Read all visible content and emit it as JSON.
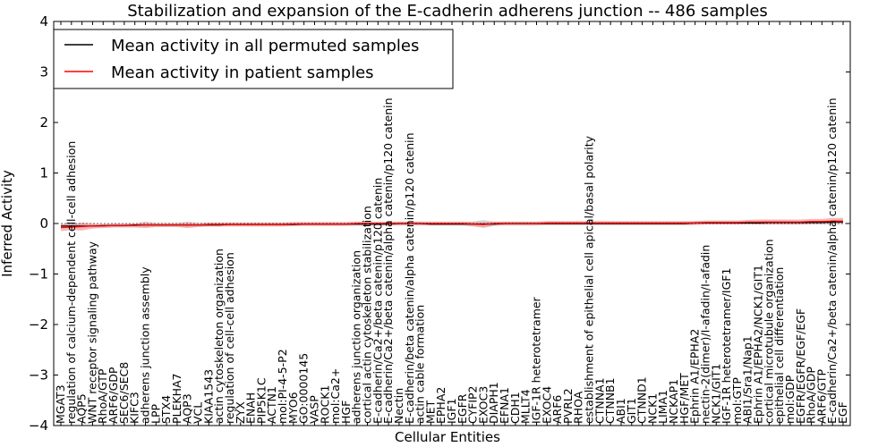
{
  "chart_data": {
    "type": "line",
    "title": "Stabilization and expansion of the E-cadherin adherens junction -- 486 samples",
    "xlabel": "Cellular Entities",
    "ylabel": "Inferred Activity",
    "ylim": [
      -4,
      4
    ],
    "yticks": [
      -4,
      -3,
      -2,
      -1,
      0,
      1,
      2,
      3,
      4
    ],
    "grid": false,
    "legend_position": "top-left",
    "colors": {
      "permuted": "#000000",
      "patient": "#ff0000",
      "patient_band": "#f08080",
      "permuted_band": "#bbbbbb"
    },
    "categories": [
      "MGAT3",
      "regulation of calcium-dependent cell-cell adhesion",
      "AQP5",
      "WNT receptor signaling pathway",
      "RhoA/GTP",
      "ARF6/GDP",
      "SEC6/SEC8",
      "KIFC3",
      "adherens junction assembly",
      "LPP",
      "STX4",
      "PLEKHA7",
      "AQP3",
      "VCL",
      "KIAA1543",
      "actin cytoskeleton organization",
      "regulation of cell-cell adhesion",
      "ZYX",
      "ENAH",
      "PIP5K1C",
      "ACTN1",
      "mol:PI-4-5-P2",
      "MYO6",
      "GO:0000145",
      "VASP",
      "ROCK1",
      "mol:Ca2+",
      "HGF",
      "adherens junction organization",
      "cortical actin cytoskeleton stabilization",
      "E-cadherin/Ca2+/beta catenin/p120 catenin",
      "E-cadherin/Ca2+/beta catenin/alpha catenin/p120 catenin",
      "Nectin",
      "E-cadherin/beta catenin/alpha catenin/p120 catenin",
      "actin cable formation",
      "MET",
      "EPHA2",
      "IGF1",
      "EGFR",
      "CYFIP2",
      "EXOC3",
      "DIAPH1",
      "EFNA1",
      "CDH1",
      "MLLT4",
      "IGF-1R heterotetramer",
      "EXOC4",
      "ARF6",
      "PVRL2",
      "RHOA",
      "establishment of epithelial cell apical/basal polarity",
      "CTNNA1",
      "CTNNB1",
      "ABI1",
      "GIT1",
      "CTNND1",
      "NCK1",
      "LIMA1",
      "NCKAP1",
      "HGF/MET",
      "Ephrin A1/EPHA2",
      "nectin-2(dimer)/I-afadin/I-afadin",
      "NCK1/GIT1",
      "IGF-1R heterotetramer/IGF1",
      "mol:GTP",
      "ABI1/Sra1/Nap1",
      "Ephrin A1/EPHA2/NCK1/GIT1",
      "cortical microtubule organization",
      "epithelial cell differentiation",
      "mol:GDP",
      "EGFR/EGFR/EGF/EGF",
      "RhoA/GDP",
      "ARF6/GTP",
      "E-cadherin/Ca2+/beta catenin/alpha catenin/p120 catenin",
      "EGF"
    ],
    "series": [
      {
        "name": "Mean activity in all permuted samples",
        "values": [
          -0.05,
          -0.05,
          -0.05,
          -0.05,
          -0.04,
          -0.04,
          -0.04,
          -0.03,
          -0.03,
          -0.03,
          -0.03,
          -0.03,
          -0.03,
          -0.03,
          -0.03,
          -0.03,
          -0.02,
          -0.02,
          -0.02,
          -0.02,
          -0.02,
          -0.02,
          -0.02,
          -0.01,
          -0.01,
          -0.01,
          -0.01,
          -0.01,
          -0.01,
          -0.01,
          -0.01,
          -0.01,
          0.0,
          0.0,
          0.0,
          -0.01,
          -0.01,
          -0.01,
          -0.01,
          -0.01,
          -0.01,
          -0.01,
          0.0,
          0.0,
          0.0,
          0.0,
          0.0,
          0.0,
          0.0,
          0.0,
          0.0,
          0.0,
          0.0,
          0.0,
          0.0,
          0.0,
          0.0,
          0.0,
          0.0,
          0.0,
          0.01,
          0.01,
          0.01,
          0.01,
          0.01,
          0.01,
          0.01,
          0.02,
          0.02,
          0.02,
          0.02,
          0.02,
          0.02,
          0.03,
          0.03
        ],
        "spread": [
          0.04,
          0.04,
          0.04,
          0.03,
          0.03,
          0.03,
          0.03,
          0.03,
          0.04,
          0.03,
          0.03,
          0.03,
          0.04,
          0.03,
          0.03,
          0.03,
          0.03,
          0.03,
          0.03,
          0.03,
          0.03,
          0.03,
          0.03,
          0.03,
          0.03,
          0.03,
          0.03,
          0.03,
          0.03,
          0.03,
          0.03,
          0.03,
          0.03,
          0.03,
          0.03,
          0.03,
          0.03,
          0.03,
          0.03,
          0.05,
          0.08,
          0.04,
          0.03,
          0.03,
          0.03,
          0.03,
          0.03,
          0.03,
          0.03,
          0.03,
          0.03,
          0.03,
          0.03,
          0.03,
          0.03,
          0.03,
          0.03,
          0.03,
          0.03,
          0.03,
          0.03,
          0.03,
          0.03,
          0.03,
          0.03,
          0.03,
          0.03,
          0.03,
          0.03,
          0.03,
          0.03,
          0.03,
          0.03,
          0.03,
          0.03
        ]
      },
      {
        "name": "Mean activity in patient samples",
        "values": [
          -0.08,
          -0.07,
          -0.06,
          -0.05,
          -0.05,
          -0.04,
          -0.04,
          -0.04,
          -0.03,
          -0.03,
          -0.03,
          -0.03,
          -0.03,
          -0.03,
          -0.02,
          -0.02,
          -0.02,
          -0.02,
          -0.02,
          -0.02,
          -0.02,
          -0.02,
          -0.01,
          -0.01,
          -0.01,
          -0.01,
          -0.01,
          -0.01,
          0.0,
          0.0,
          0.0,
          0.0,
          0.0,
          0.0,
          0.0,
          0.0,
          0.0,
          0.0,
          0.0,
          -0.01,
          -0.02,
          0.0,
          0.0,
          0.0,
          0.0,
          0.0,
          0.01,
          0.01,
          0.01,
          0.01,
          0.01,
          0.01,
          0.01,
          0.01,
          0.01,
          0.01,
          0.01,
          0.01,
          0.01,
          0.01,
          0.01,
          0.02,
          0.02,
          0.02,
          0.02,
          0.03,
          0.03,
          0.03,
          0.03,
          0.03,
          0.03,
          0.04,
          0.04,
          0.05,
          0.05
        ],
        "spread": [
          0.07,
          0.06,
          0.08,
          0.05,
          0.04,
          0.04,
          0.04,
          0.04,
          0.06,
          0.04,
          0.04,
          0.04,
          0.06,
          0.04,
          0.04,
          0.04,
          0.04,
          0.04,
          0.04,
          0.04,
          0.04,
          0.04,
          0.04,
          0.04,
          0.04,
          0.04,
          0.04,
          0.04,
          0.04,
          0.04,
          0.04,
          0.04,
          0.04,
          0.04,
          0.04,
          0.04,
          0.04,
          0.04,
          0.04,
          0.04,
          0.05,
          0.04,
          0.04,
          0.04,
          0.04,
          0.04,
          0.04,
          0.04,
          0.04,
          0.04,
          0.04,
          0.04,
          0.04,
          0.04,
          0.04,
          0.04,
          0.04,
          0.04,
          0.04,
          0.04,
          0.04,
          0.04,
          0.04,
          0.04,
          0.04,
          0.04,
          0.05,
          0.05,
          0.05,
          0.05,
          0.05,
          0.05,
          0.05,
          0.06,
          0.06
        ]
      }
    ]
  }
}
